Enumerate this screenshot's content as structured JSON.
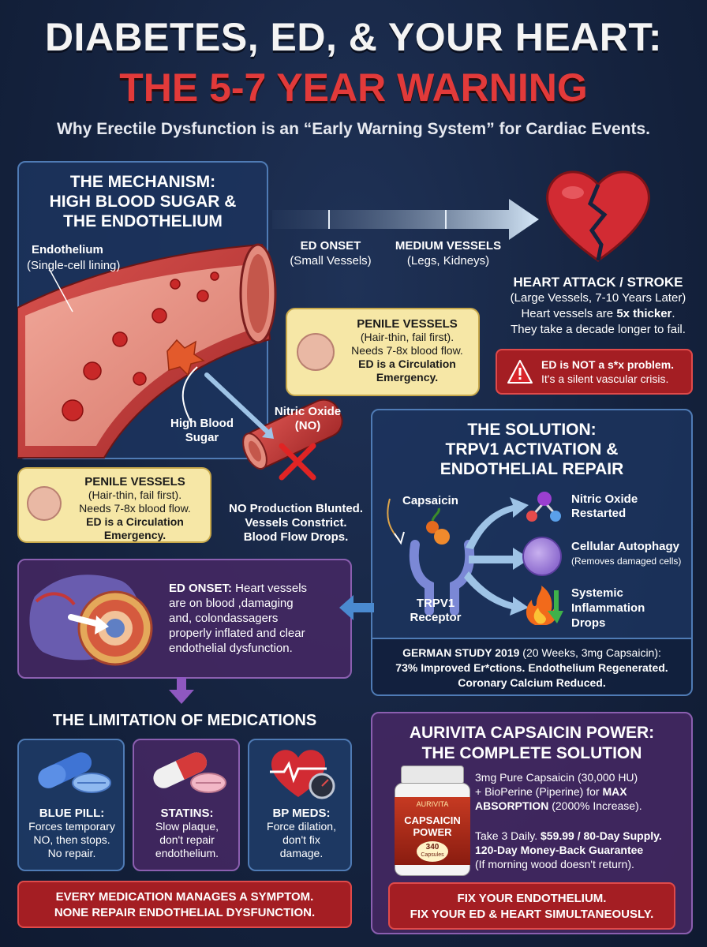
{
  "header": {
    "title": "DIABETES, ED, & YOUR HEART:",
    "warning": "THE 5-7 YEAR WARNING",
    "subtitle": "Why Erectile Dysfunction is an “Early Warning System” for Cardiac Events."
  },
  "mechanism": {
    "title_line1": "THE MECHANISM:",
    "title_line2": "HIGH BLOOD SUGAR &",
    "title_line3": "THE ENDOTHELIUM",
    "endothelium_label": "Endothelium",
    "endothelium_sub": "(Single-cell lining)",
    "sugar_label_1": "High Blood",
    "sugar_label_2": "Sugar",
    "no_label_1": "Nitric Oxide",
    "no_label_2": "(NO)",
    "no_effect_1": "NO Production Blunted.",
    "no_effect_2": "Vessels Constrict.",
    "no_effect_3": "Blood Flow Drops."
  },
  "callout_top": {
    "title": "PENILE VESSELS",
    "line1": "(Hair-thin, fail first).",
    "line2": "Needs 7-8x blood flow.",
    "line3": "ED is a Circulation",
    "line4": "Emergency."
  },
  "callout_left": {
    "title": "PENILE VESSELS",
    "line1": "(Hair-thin, fail first).",
    "line2": "Needs 7-8x blood flow.",
    "line3": "ED is a Circulation Emergency."
  },
  "progression": {
    "stage1_title": "ED ONSET",
    "stage1_sub": "(Small Vessels)",
    "stage2_title": "MEDIUM VESSELS",
    "stage2_sub": "(Legs, Kidneys)",
    "stage3_title": "HEART ATTACK / STROKE",
    "stage3_sub": "(Large Vessels, 7-10 Years Later)",
    "thicker_pre": "Heart vessels are ",
    "thicker_bold": "5x thicker",
    "thicker_post": ".",
    "decade": "They take a decade longer to fail.",
    "alert_bold": "ED is NOT a s*x problem.",
    "alert_rest": "It's a silent vascular crisis."
  },
  "solution": {
    "title_line1": "THE SOLUTION:",
    "title_line2": "TRPV1 ACTIVATION &",
    "title_line3": "ENDOTHELIAL REPAIR",
    "capsaicin": "Capsaicin",
    "receptor_1": "TRPV1",
    "receptor_2": "Receptor",
    "out1_1": "Nitric Oxide",
    "out1_2": "Restarted",
    "out2_1": "Cellular Autophagy",
    "out2_2": "(Removes damaged cells)",
    "out3_1": "Systemic",
    "out3_2": "Inflammation",
    "out3_3": "Drops",
    "study_bold": "GERMAN STUDY 2019",
    "study_rest": " (20 Weeks, 3mg Capsaicin):",
    "study_line2": "73% Improved Er*ctions. Endothelium Regenerated.",
    "study_line3": "Coronary Calcium Reduced."
  },
  "ed_onset_panel": {
    "bold": "ED ONSET:",
    "line1_rest": " Heart vessels",
    "line2": "are on blood ,damaging",
    "line3": "and, colondassagers",
    "line4": "properly inflated and clear",
    "line5": "endothelial dysfunction."
  },
  "limitations": {
    "title": "THE LIMITATION OF MEDICATIONS",
    "pill1_title": "BLUE PILL:",
    "pill1_l1": "Forces temporary",
    "pill1_l2": "NO, then stops.",
    "pill1_l3": "No repair.",
    "pill2_title": "STATINS:",
    "pill2_l1": "Slow plaque,",
    "pill2_l2": "don't repair",
    "pill2_l3": "endothelium.",
    "pill3_title": "BP MEDS:",
    "pill3_l1": "Force dilation,",
    "pill3_l2": "don't fix",
    "pill3_l3": "damage.",
    "banner_l1": "EVERY MEDICATION MANAGES A SYMPTOM.",
    "banner_l2": "NONE REPAIR ENDOTHELIAL DYSFUNCTION."
  },
  "product": {
    "title_line1": "AURIVITA CAPSAICIN POWER:",
    "title_line2": "THE COMPLETE SOLUTION",
    "desc_l1": "3mg Pure Capsaicin (30,000 HU)",
    "desc_l2_pre": "+ BioPerine (Piperine) for ",
    "desc_l2_bold": "MAX",
    "desc_l3_bold": "ABSORPTION",
    "desc_l3_rest": " (2000% Increase).",
    "take_pre": "Take 3 Daily. ",
    "take_bold": "$59.99 / 80-Day Supply.",
    "guarantee": "120-Day Money-Back Guarantee",
    "guarantee_sub": "(If morning wood doesn't return).",
    "bottle_brand": "AURIVITA",
    "bottle_name1": "CAPSAICIN",
    "bottle_name2": "POWER",
    "bottle_count": "340",
    "bottle_unit": "Capsules",
    "banner_l1": "FIX YOUR ENDOTHELIUM.",
    "banner_l2": "FIX YOUR ED & HEART SIMULTANEOUSLY."
  },
  "colors": {
    "warning_red": "#e23a3a",
    "panel_blue": "#1c345e",
    "panel_purple": "#462864",
    "callout_yellow": "#f6e7a6"
  }
}
